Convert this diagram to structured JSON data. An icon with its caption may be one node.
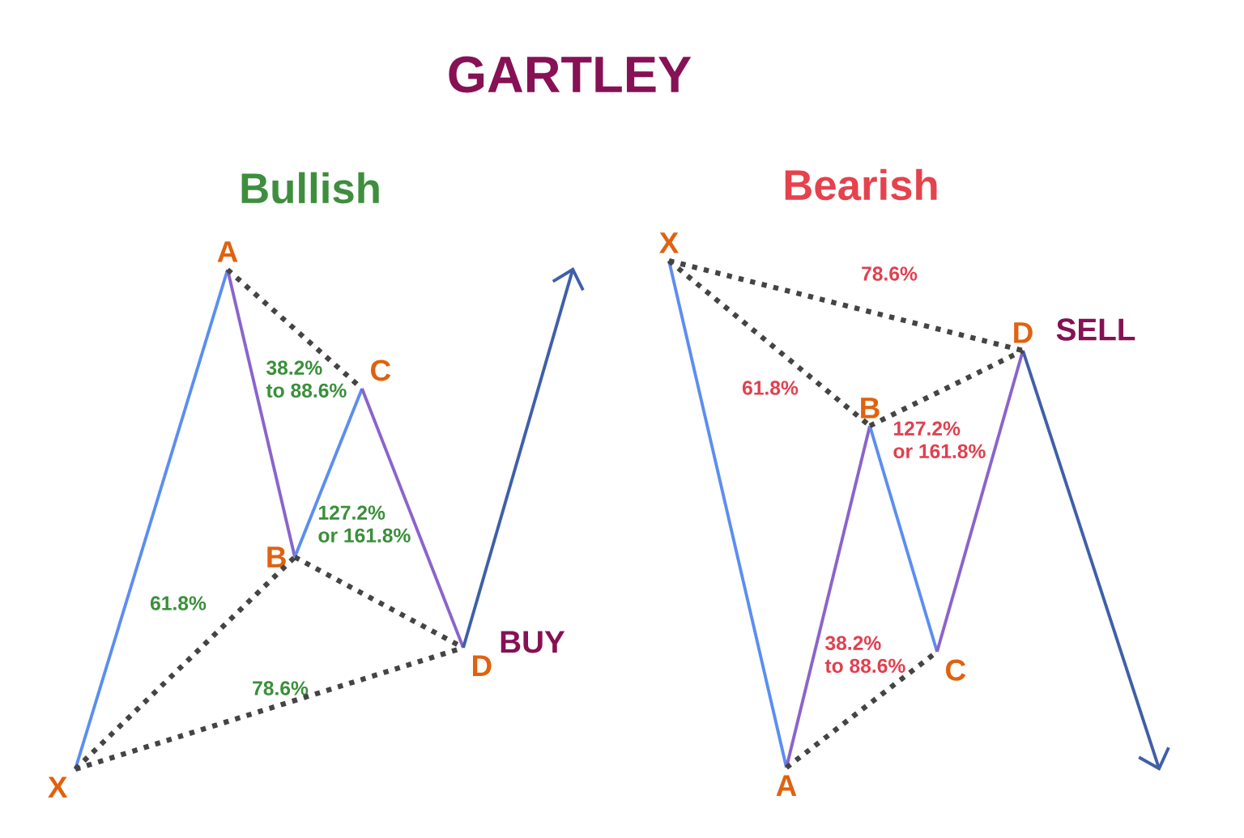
{
  "diagram": {
    "title": "GARTLEY",
    "nodes": [
      {
        "text": [
          "X"
        ]
      },
      {
        "text": [
          "A"
        ]
      },
      {
        "text": [
          "B"
        ]
      },
      {
        "text": [
          "C"
        ]
      },
      {
        "text": [
          "D"
        ],
        "beside": [
          "BUY"
        ]
      },
      {
        "text": [
          "X"
        ]
      },
      {
        "text": [
          "A"
        ]
      },
      {
        "text": [
          "B"
        ]
      },
      {
        "text": [
          "C"
        ]
      },
      {
        "text": [
          "D"
        ],
        "beside": [
          "SELL"
        ]
      }
    ],
    "edges": [
      {
        "from": 0,
        "to": 1,
        "arrow": "none",
        "color": "#5b8ef0"
      },
      {
        "from": 1,
        "to": 2,
        "arrow": "none",
        "color": "#8a64cc"
      },
      {
        "from": 2,
        "to": 3,
        "arrow": "none",
        "color": "#5b8ef0"
      },
      {
        "from": 3,
        "to": 4,
        "arrow": "none",
        "color": "#8a64cc"
      },
      {
        "from": 4,
        "to": null,
        "arrow": "to",
        "color": "#3f5fa8"
      },
      {
        "from": 1,
        "to": 3,
        "arrow": "none",
        "style": "dashed",
        "color": "#444444"
      },
      {
        "from": 0,
        "to": 2,
        "arrow": "none",
        "style": "dashed",
        "color": "#444444"
      },
      {
        "from": 2,
        "to": 4,
        "arrow": "none",
        "style": "dashed",
        "color": "#444444"
      },
      {
        "from": 0,
        "to": 4,
        "arrow": "none",
        "style": "dashed",
        "color": "#444444"
      },
      {
        "from": 5,
        "to": 6,
        "arrow": "none",
        "color": "#5b8ef0"
      },
      {
        "from": 6,
        "to": 7,
        "arrow": "none",
        "color": "#8a64cc"
      },
      {
        "from": 7,
        "to": 8,
        "arrow": "none",
        "color": "#5b8ef0"
      },
      {
        "from": 8,
        "to": 9,
        "arrow": "none",
        "color": "#8a64cc"
      },
      {
        "from": 9,
        "to": null,
        "arrow": "to",
        "color": "#3f5fa8"
      },
      {
        "from": 5,
        "to": 7,
        "arrow": "none",
        "style": "dashed",
        "color": "#444444"
      },
      {
        "from": 5,
        "to": 9,
        "arrow": "none",
        "style": "dashed",
        "color": "#444444"
      },
      {
        "from": 7,
        "to": 9,
        "arrow": "none",
        "style": "dashed",
        "color": "#444444"
      },
      {
        "from": 6,
        "to": 8,
        "arrow": "none",
        "style": "dashed",
        "color": "#444444"
      }
    ],
    "labels": [
      "Bullish",
      "Bearish",
      "38.2% to 88.6%",
      "127.2% or 161.8%",
      "61.8%",
      "78.6%",
      "78.6%",
      "61.8%",
      "127.2% or 161.8%",
      "38.2% to 88.6%"
    ]
  }
}
